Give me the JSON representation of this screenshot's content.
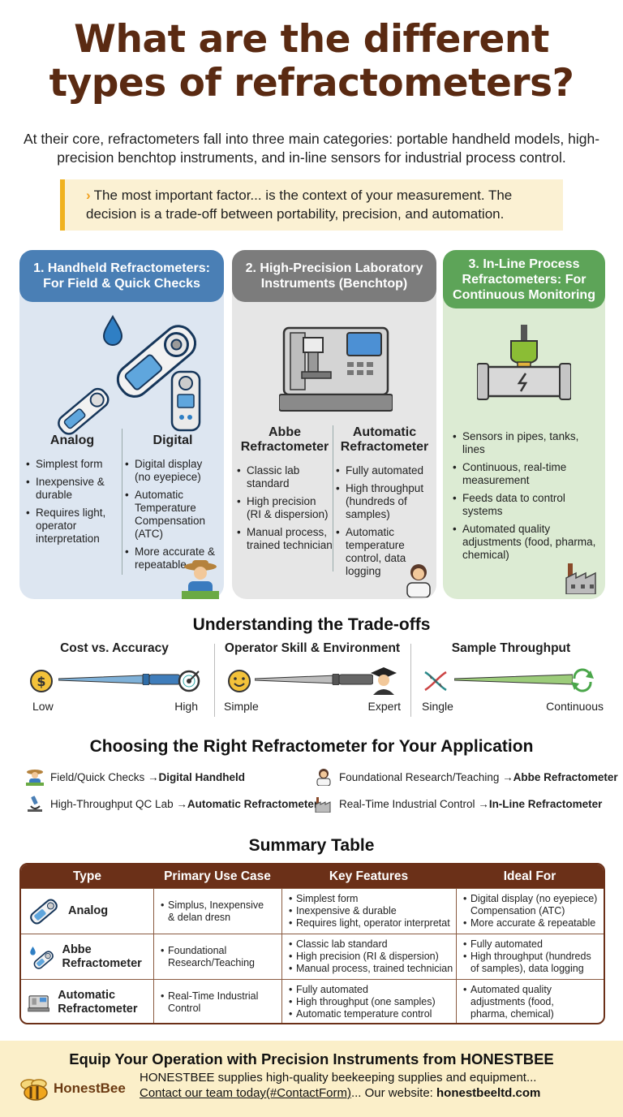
{
  "header": {
    "title_line1": "What are the different",
    "title_line2": "types of refractometers?",
    "intro": "At their core, refractometers fall into three main categories: portable handheld models, high-precision benchtop instruments, and in-line sensors for industrial process control.",
    "callout_chevron": "›",
    "callout": "The most important factor... is the context of your measurement. The decision is a trade-off between portability, precision, and automation."
  },
  "categories": [
    {
      "title": "1. Handheld Refractometers: For Field & Quick Checks",
      "left": {
        "name": "Analog",
        "points": [
          "Simplest form",
          "Inexpensive & durable",
          "Requires light, operator interpretation"
        ]
      },
      "right": {
        "name": "Digital",
        "points": [
          "Digital display (no eyepiece)",
          "Automatic Temperature Compensation (ATC)",
          "More accurate & repeatable"
        ]
      }
    },
    {
      "title": "2. High-Precision Laboratory Instruments (Benchtop)",
      "left": {
        "name": "Abbe Refractometer",
        "points": [
          "Classic lab standard",
          "High precision (RI & dispersion)",
          "Manual process, trained technician"
        ]
      },
      "right": {
        "name": "Automatic Refractometer",
        "points": [
          "Fully automated",
          "High throughput (hundreds of samples)",
          "Automatic temperature control, data logging"
        ]
      }
    },
    {
      "title": "3. In-Line Process Refractometers: For Continuous Monitoring",
      "points": [
        "Sensors in pipes, tanks, lines",
        "Continuous, real-time measurement",
        "Feeds data to control systems",
        "Automated quality adjustments (food, pharma, chemical)"
      ]
    }
  ],
  "tradeoffs": {
    "title": "Understanding the Trade-offs",
    "items": [
      {
        "title": "Cost vs. Accuracy",
        "low": "Low",
        "high": "High",
        "icon_left": "dollar-coin-icon",
        "icon_right": "target-icon"
      },
      {
        "title": "Operator Skill & Environment",
        "low": "Simple",
        "high": "Expert",
        "icon_left": "smiley-icon",
        "icon_right": "graduate-icon"
      },
      {
        "title": "Sample Throughput",
        "low": "Single",
        "high": "Continuous",
        "icon_left": "dna-icon",
        "icon_right": "cycle-arrows-icon"
      }
    ]
  },
  "choosing": {
    "title": "Choosing the Right Refractometer for Your Application",
    "items": [
      {
        "use": "Field/Quick Checks → ",
        "pick": "Digital Handheld",
        "icon": "farmer-icon"
      },
      {
        "use": "Foundational Research/Teaching → ",
        "pick": "Abbe Refractometer",
        "icon": "scientist-icon"
      },
      {
        "use": "High-Throughput QC Lab → ",
        "pick": "Automatic Refractometer",
        "icon": "microscope-icon"
      },
      {
        "use": "Real-Time Industrial Control → ",
        "pick": "In-Line Refractometer",
        "icon": "factory-icon"
      }
    ]
  },
  "summary": {
    "title": "Summary Table",
    "headers": [
      "Type",
      "Primary Use Case",
      "Key Features",
      "Ideal For"
    ],
    "rows": [
      {
        "type": "Analog",
        "use": [
          "Simplus, Inexpensive",
          "& delan dresn"
        ],
        "features": [
          "Simplest form",
          "Inexpensive & durable",
          "Requires light, operator interpretat"
        ],
        "ideal": [
          "Digital display (no eyepiece)",
          "Compensation (ATC)",
          "More accurate & repeatable"
        ]
      },
      {
        "type": "Abbe Refractometer",
        "use": [
          "Foundational",
          "Research/Teaching"
        ],
        "features": [
          "Classic lab standard",
          "High precision (RI & dispersion)",
          "Manual process, trained technician"
        ],
        "ideal": [
          "Fully automated",
          "High throughput (hundreds",
          "of samples), data logging"
        ]
      },
      {
        "type": "Automatic Refractometer",
        "use": [
          "Real-Time Industrial",
          "Control"
        ],
        "features": [
          "Fully automated",
          "High throughput (one samples)",
          "Automatic temperature control"
        ],
        "ideal": [
          "Automated quality",
          "adjustments (food,",
          "pharma, chemical)"
        ]
      }
    ]
  },
  "footer": {
    "title": "Equip Your Operation with Precision Instruments from HONESTBEE",
    "brand": "HonestBee",
    "line1": "HONESTBEE supplies high-quality beekeeping supplies and equipment...",
    "link": "Contact our team today(#ContactForm)",
    "line2_mid": "... Our website: ",
    "site": "honestbeeltd.com"
  },
  "colors": {
    "title": "#5a2a12",
    "handheld": "#4a7fb5",
    "benchtop": "#7c7c7c",
    "inline": "#5da458",
    "table_header": "#6b3018",
    "callout_bar": "#f0b21e"
  }
}
